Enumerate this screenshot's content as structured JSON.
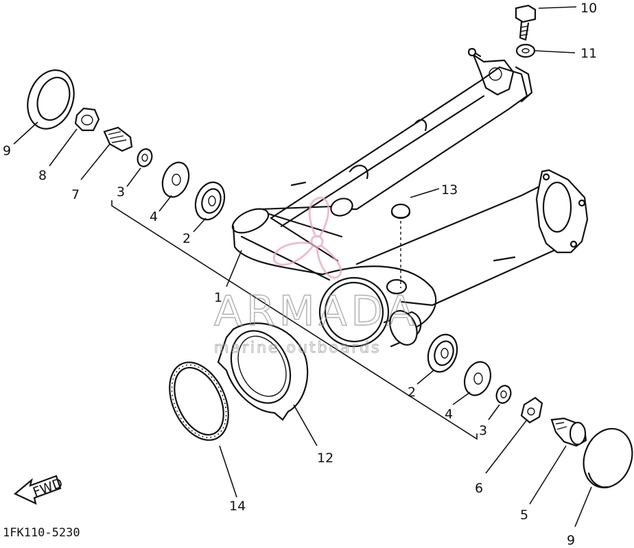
{
  "diagram": {
    "part_code": "1FK110-5230",
    "direction_label": "FWD",
    "callouts": [
      {
        "id": "c10",
        "text": "10"
      },
      {
        "id": "c11",
        "text": "11"
      },
      {
        "id": "c9a",
        "text": "9"
      },
      {
        "id": "c8",
        "text": "8"
      },
      {
        "id": "c7",
        "text": "7"
      },
      {
        "id": "c3a",
        "text": "3"
      },
      {
        "id": "c4a",
        "text": "4"
      },
      {
        "id": "c2a",
        "text": "2"
      },
      {
        "id": "c13",
        "text": "13"
      },
      {
        "id": "c1",
        "text": "1"
      },
      {
        "id": "c12",
        "text": "12"
      },
      {
        "id": "c14",
        "text": "14"
      },
      {
        "id": "c2b",
        "text": "2"
      },
      {
        "id": "c4b",
        "text": "4"
      },
      {
        "id": "c3b",
        "text": "3"
      },
      {
        "id": "c6",
        "text": "6"
      },
      {
        "id": "c5",
        "text": "5"
      },
      {
        "id": "c9b",
        "text": "9"
      }
    ]
  },
  "watermark": {
    "brand": "ARMADA",
    "tagline": "marine outboards",
    "color": "#e9a6c6"
  }
}
